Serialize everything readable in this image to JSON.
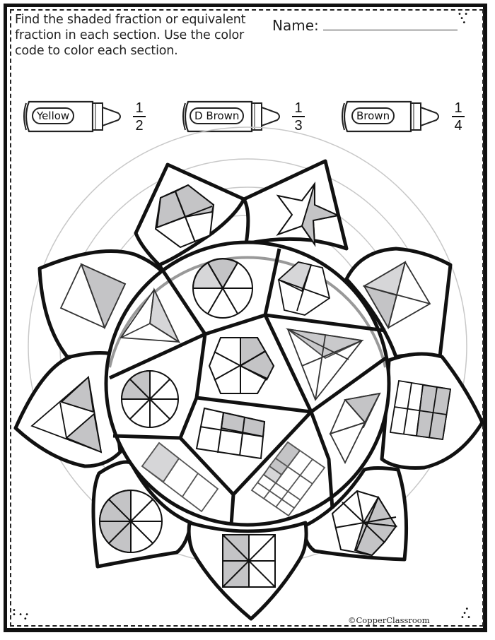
{
  "worksheet": {
    "instructions": "Find the shaded fraction or equivalent fraction in each section.  Use the color code to color each section.",
    "name_label": "Name:",
    "copyright": "©CopperClassroom"
  },
  "color_code": [
    {
      "crayon_label": "Yellow",
      "fraction_numerator": "1",
      "fraction_denominator": "2",
      "color": "#f2d64b"
    },
    {
      "crayon_label": "D Brown",
      "fraction_numerator": "1",
      "fraction_denominator": "3",
      "color": "#5a3a1e"
    },
    {
      "crayon_label": "Brown",
      "fraction_numerator": "1",
      "fraction_denominator": "4",
      "color": "#8b5a2b"
    }
  ],
  "mandala": {
    "shade_color": "#c4c4c6",
    "light_shade_color": "#d6d6d8",
    "line_color": "#111111",
    "outer_petals": [
      {
        "position": "top-left",
        "shape": "pentagon",
        "parts": 4,
        "shaded": 2
      },
      {
        "position": "top-right",
        "shape": "star",
        "parts": 2,
        "shaded": 1
      },
      {
        "position": "left-upper",
        "shape": "square",
        "parts": 4,
        "shaded": 2
      },
      {
        "position": "right-upper",
        "shape": "square",
        "parts": 4,
        "shaded": 2
      },
      {
        "position": "left-lower",
        "shape": "triangle",
        "parts": 4,
        "shaded": 2
      },
      {
        "position": "right-lower",
        "shape": "rectangle-grid",
        "parts": 8,
        "shaded": 4
      },
      {
        "position": "bottom-left",
        "shape": "circle",
        "parts": 8,
        "shaded": 4
      },
      {
        "position": "bottom-right",
        "shape": "hexagon",
        "parts": 6,
        "shaded": 3
      },
      {
        "position": "bottom",
        "shape": "square",
        "parts": 8,
        "shaded": 4
      }
    ],
    "inner_sections": [
      {
        "position": "top",
        "shape": "circle",
        "parts": 6,
        "shaded": 2
      },
      {
        "position": "top-right",
        "shape": "pentagon",
        "parts": 4,
        "shaded": 1
      },
      {
        "position": "upper-left",
        "shape": "triangle",
        "parts": 3,
        "shaded": 1
      },
      {
        "position": "center",
        "shape": "hexagon",
        "parts": 6,
        "shaded": 2
      },
      {
        "position": "right",
        "shape": "triangle",
        "parts": 6,
        "shaded": 2
      },
      {
        "position": "left",
        "shape": "circle",
        "parts": 8,
        "shaded": 2
      },
      {
        "position": "center-lower",
        "shape": "rectangle-grid",
        "parts": 6,
        "shaded": 2
      },
      {
        "position": "right-lower",
        "shape": "kite",
        "parts": 4,
        "shaded": 1
      },
      {
        "position": "bottom-left",
        "shape": "rectangle-strip",
        "parts": 3,
        "shaded": 1
      },
      {
        "position": "bottom-right",
        "shape": "square-grid",
        "parts": 12,
        "shaded": 3
      }
    ]
  }
}
